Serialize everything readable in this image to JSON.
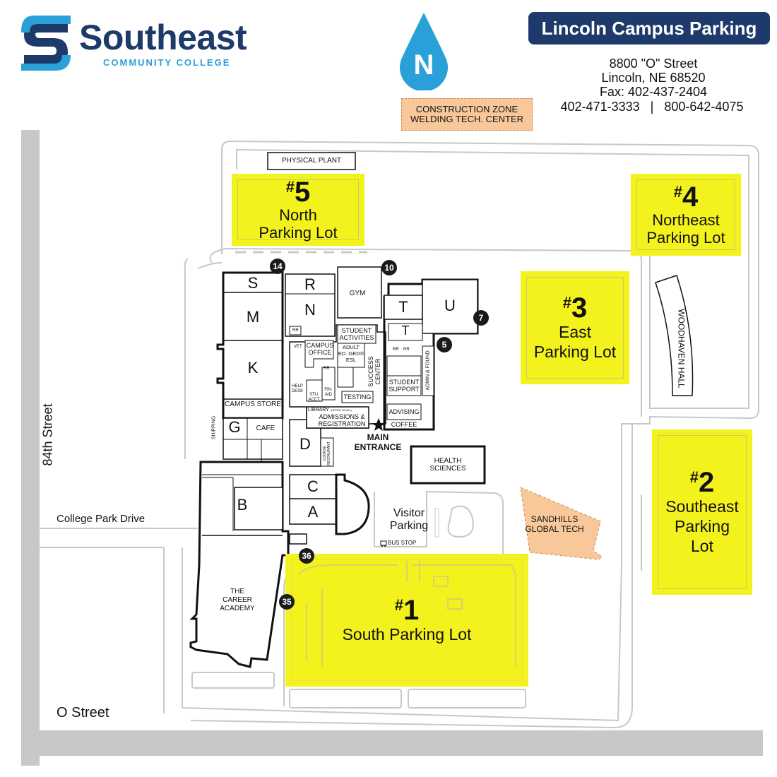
{
  "logo": {
    "name": "Southeast",
    "subtitle": "COMMUNITY COLLEGE"
  },
  "compass": {
    "letter": "N"
  },
  "title": "Lincoln Campus Parking",
  "address": {
    "street": "8800 \"O\" Street",
    "city": "Lincoln, NE 68520",
    "fax": "Fax:  402-437-2404",
    "phone1": "402-471-3333",
    "separator": "|",
    "phone2": "800-642-4075"
  },
  "construction": {
    "line1": "CONSTRUCTION ZONE",
    "line2": "WELDING TECH.  CENTER"
  },
  "lots": [
    {
      "num": "5",
      "hash": "#",
      "line1": "North",
      "line2": "Parking Lot"
    },
    {
      "num": "4",
      "hash": "#",
      "line1": "Northeast",
      "line2": "Parking Lot"
    },
    {
      "num": "3",
      "hash": "#",
      "line1": "East",
      "line2": "Parking Lot"
    },
    {
      "num": "2",
      "hash": "#",
      "line1": "Southeast",
      "line2": "Parking",
      "line3": "Lot"
    },
    {
      "num": "1",
      "hash": "#",
      "line1": "South Parking Lot"
    }
  ],
  "streets": {
    "street84": "84th Street",
    "college_park": "College Park Drive",
    "o_street": "O Street"
  },
  "buildings": {
    "physical_plant": "PHYSICAL PLANT",
    "S": "S",
    "M": "M",
    "K": "K",
    "R": "R",
    "N": "N",
    "T1": "T",
    "T2": "T",
    "U": "U",
    "G": "G",
    "D": "D",
    "C": "C",
    "A": "A",
    "B": "B",
    "gym": "GYM",
    "career_academy": "THE CAREER ACADEMY",
    "health_sciences": "HEALTH SCIENCES",
    "sandhills": "SANDHILLS GLOBAL TECH",
    "woodhaven": "WOODHAVEN HALL",
    "visitor_parking": "Visitor Parking",
    "bus_stop": "BUS STOP"
  },
  "rooms": {
    "campus_store": "CAMPUS STORE",
    "cafe": "CAFE",
    "shipping": "SHIPPING",
    "student_activities": "STUDENT ACTIVITIES",
    "campus_office": "CAMPUS OFFICE",
    "vet": "VET",
    "adult_ed": "ADULT ED. GED® ESL",
    "success_center": "SUCCESS CENTER",
    "testing": "TESTING",
    "help_desk": "HELP DESK",
    "stu_acct": "STU. ACCT.",
    "fin_aid": "FIN. AID",
    "student_support": "STUDENT SUPPORT",
    "admin_found": "ADMIN & FOUND.",
    "advising": "ADVISING",
    "coffee": "COFFEE",
    "library": "LIBRARY",
    "library_note": "(UPPER LEVEL)",
    "admissions": "ADMISSIONS & REGISTRATION",
    "course_restaurant": "COURSE RESTAURANT",
    "main_entrance": "MAIN ENTRANCE",
    "rr": "RR"
  },
  "markers": [
    "14",
    "10",
    "7",
    "5",
    "36",
    "35"
  ],
  "colors": {
    "lot": "#f4f21d",
    "navy": "#1d3a6b",
    "blue": "#2aa0d8",
    "construction": "#f9c89a",
    "road": "#c8c8c8"
  }
}
